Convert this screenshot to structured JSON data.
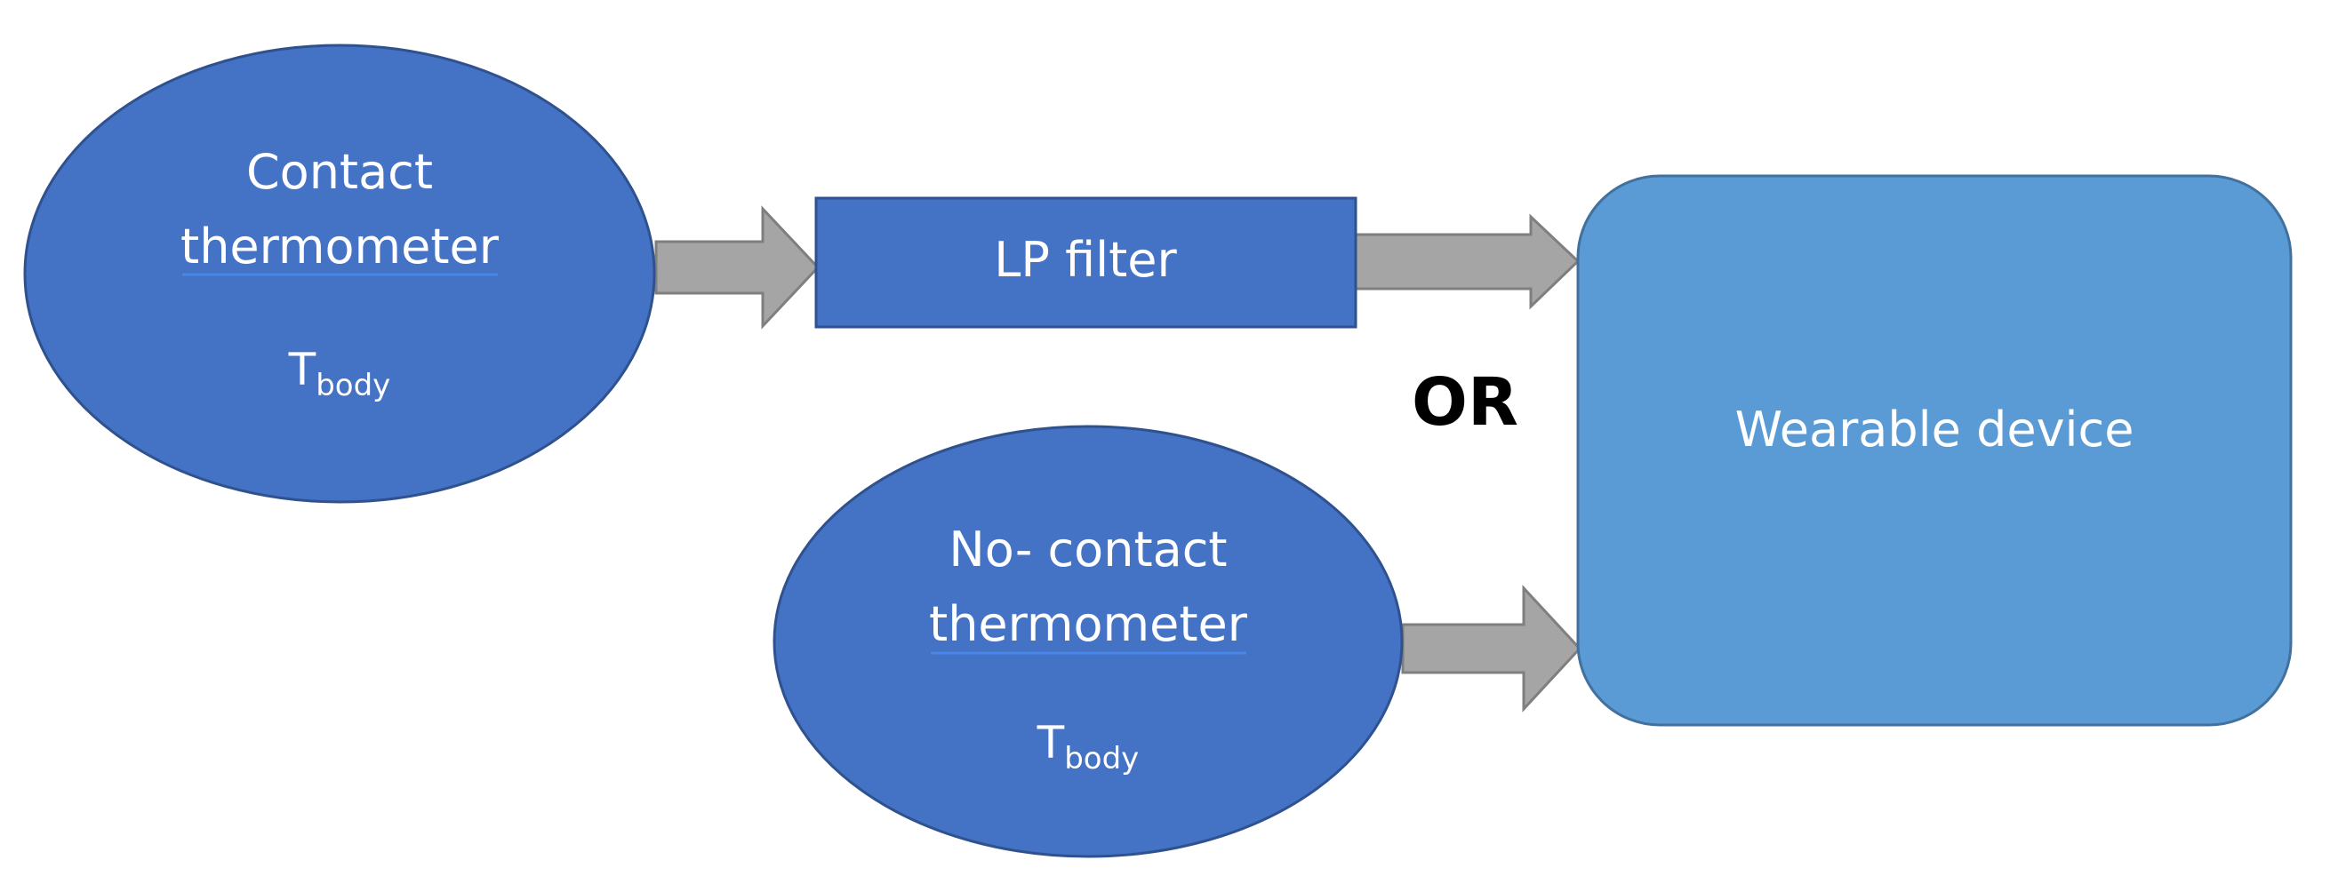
{
  "colors": {
    "ellipse_fill": "#4472c4",
    "ellipse_stroke": "#2f528f",
    "rect_fill": "#4472c4",
    "rect_stroke": "#2f528f",
    "device_fill": "#5b9bd5",
    "device_stroke": "#41719c",
    "arrow_fill": "#a5a5a5",
    "arrow_stroke": "#7f7f7f"
  },
  "nodes": {
    "contact_thermometer": {
      "line1": "Contact",
      "line2": "thermometer",
      "measure_main": "T",
      "measure_sub": "body"
    },
    "lp_filter": {
      "label": "LP filter"
    },
    "no_contact_thermometer": {
      "line1": "No- contact",
      "line2": "thermometer",
      "measure_main": "T",
      "measure_sub": "body"
    },
    "wearable_device": {
      "label": "Wearable device"
    }
  },
  "connector": {
    "or_label": "OR"
  }
}
